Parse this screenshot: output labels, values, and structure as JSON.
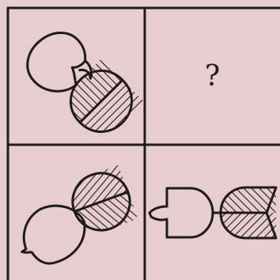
{
  "puzzle": {
    "question_mark": "?",
    "colors": {
      "background": "#e8cdd0",
      "stroke": "#1f1a1b"
    },
    "cells": [
      {
        "position": "top-left",
        "content": "tulip-and-leaf-pair"
      },
      {
        "position": "top-right",
        "content": "question-mark"
      },
      {
        "position": "bottom-left",
        "content": "tulip-and-leaf-pair"
      },
      {
        "position": "bottom-right",
        "content": "tulip-and-leaf-pair"
      }
    ]
  }
}
